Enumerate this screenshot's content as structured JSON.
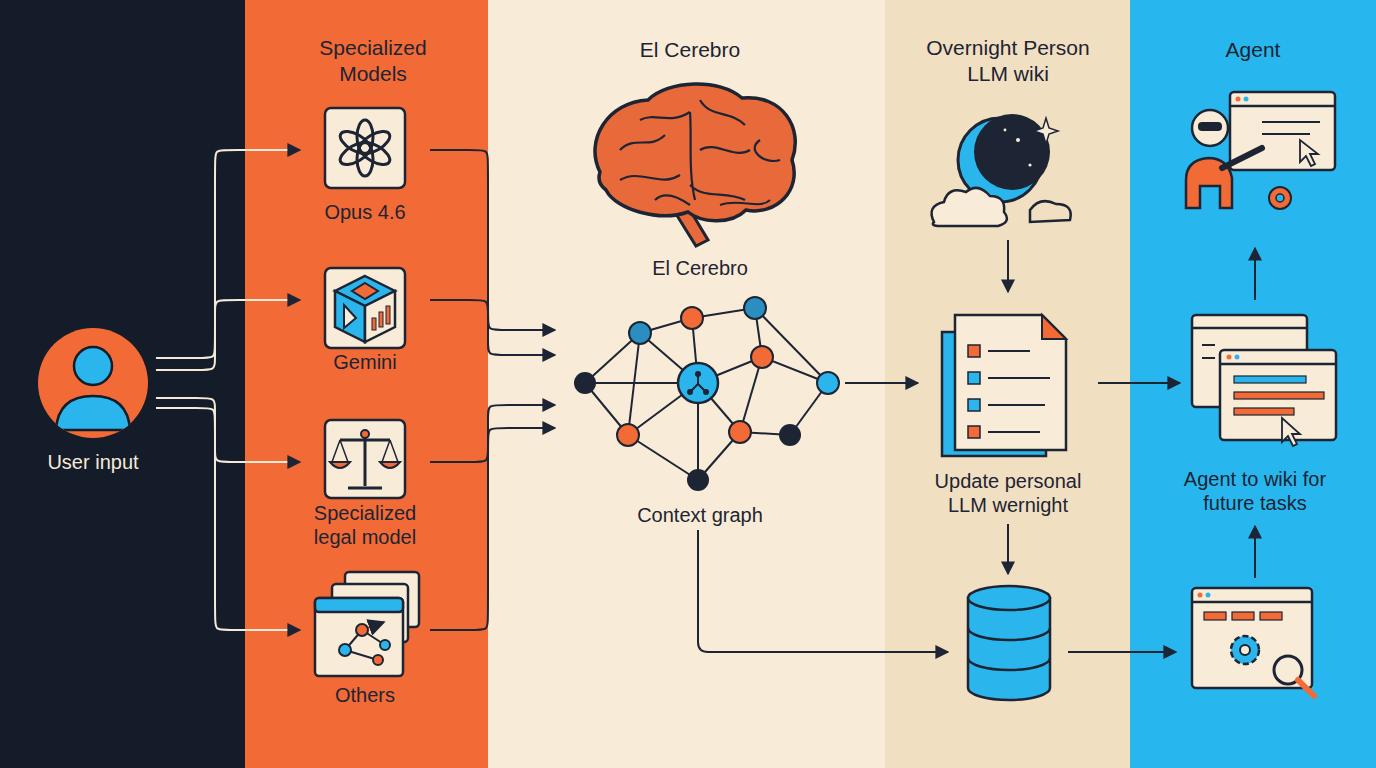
{
  "diagram": {
    "nodes": [
      {
        "text": [
          "User input"
        ]
      },
      {
        "text": [
          "Opus 4.6"
        ]
      },
      {
        "text": [
          "Gemini"
        ]
      },
      {
        "text": [
          "Specialized legal model"
        ]
      },
      {
        "text": [
          "Others"
        ]
      },
      {
        "text": [
          "El Cerebro",
          "Context graph"
        ]
      },
      {
        "text": [
          "Update personal LLM wernight"
        ]
      },
      {
        "text": [
          "Agent to wiki for future tasks"
        ]
      }
    ],
    "edges": [
      {
        "from": 0,
        "to": 1,
        "arrow": "to"
      },
      {
        "from": 0,
        "to": 2,
        "arrow": "to"
      },
      {
        "from": 0,
        "to": 3,
        "arrow": "to"
      },
      {
        "from": 0,
        "to": 4,
        "arrow": "to"
      },
      {
        "from": 1,
        "to": 5,
        "arrow": "to"
      },
      {
        "from": 2,
        "to": 5,
        "arrow": "to"
      },
      {
        "from": 3,
        "to": 5,
        "arrow": "to"
      },
      {
        "from": 4,
        "to": 5,
        "arrow": "to"
      },
      {
        "from": 5,
        "to": 6,
        "arrow": "to"
      },
      {
        "from": 6,
        "to": 7,
        "arrow": "to"
      }
    ],
    "labels": [
      "Specialized Models",
      "El Cerebro",
      "Overnight Person LLM wiki",
      "Agent"
    ]
  }
}
